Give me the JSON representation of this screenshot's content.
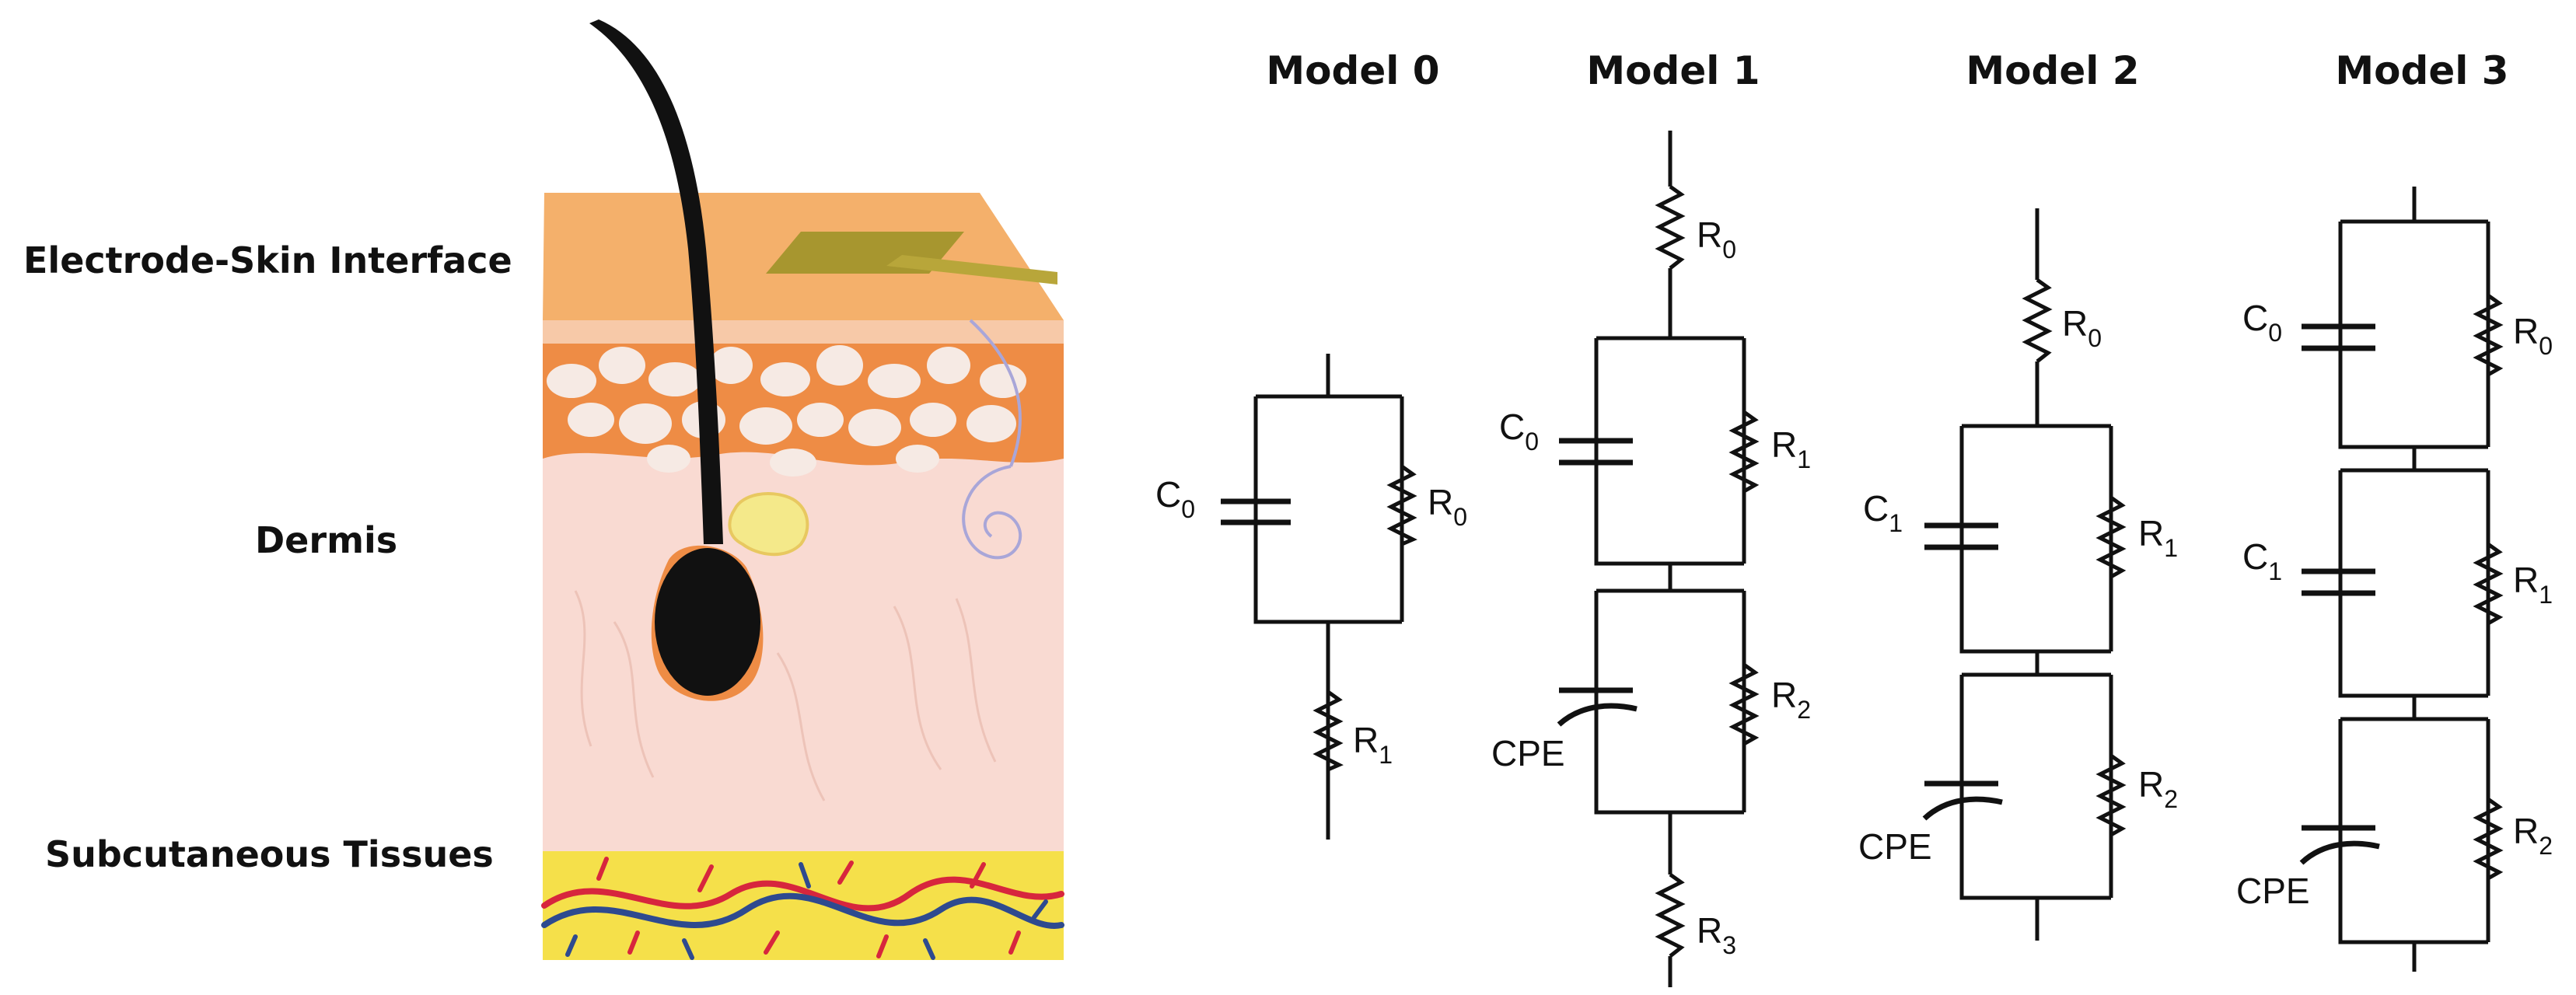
{
  "skin_layers": {
    "electrode_skin_interface": "Electrode-Skin Interface",
    "dermis": "Dermis",
    "subcutaneous_tissues": "Subcutaneous Tissues"
  },
  "models": [
    {
      "title": "Model 0",
      "labels": {
        "c0": "C",
        "c0_sub": "0",
        "r0": "R",
        "r0_sub": "0",
        "r1": "R",
        "r1_sub": "1"
      }
    },
    {
      "title": "Model 1",
      "labels": {
        "r0": "R",
        "r0_sub": "0",
        "c0": "C",
        "c0_sub": "0",
        "r1": "R",
        "r1_sub": "1",
        "cpe": "CPE",
        "r2": "R",
        "r2_sub": "2",
        "r3": "R",
        "r3_sub": "3"
      }
    },
    {
      "title": "Model 2",
      "labels": {
        "r0": "R",
        "r0_sub": "0",
        "c1": "C",
        "c1_sub": "1",
        "r1": "R",
        "r1_sub": "1",
        "cpe": "CPE",
        "r2": "R",
        "r2_sub": "2"
      }
    },
    {
      "title": "Model 3",
      "labels": {
        "c0": "C",
        "c0_sub": "0",
        "r0": "R",
        "r0_sub": "0",
        "c1": "C",
        "c1_sub": "1",
        "r1": "R",
        "r1_sub": "1",
        "cpe": "CPE",
        "r2": "R",
        "r2_sub": "2"
      }
    }
  ],
  "colors": {
    "epidermis_top": "#F4B06B",
    "epidermis_side": "#F7BE86",
    "epidermal_cells": "#EE8C45",
    "dermis": "#F9DAD2",
    "fat_layer": "#F5E04A",
    "hair": "#111111",
    "electrode": "#A7962F",
    "artery": "#D7263D",
    "vein": "#2E4A8F",
    "nerve": "#A9A6D8",
    "gland": "#F4E98A"
  }
}
